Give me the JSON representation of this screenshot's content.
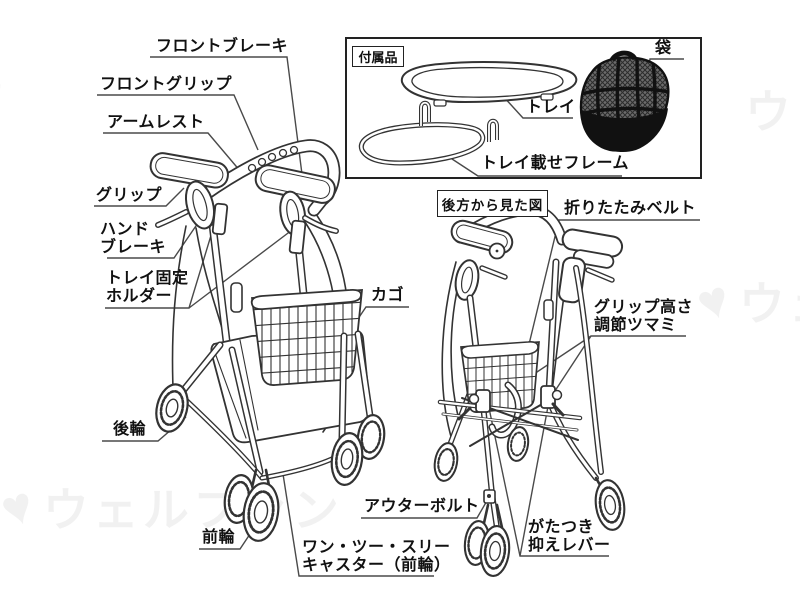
{
  "diagram": {
    "type": "rollator-walker-parts-diagram",
    "watermark": "ウェルファン",
    "labels": {
      "front_brake": "フロントブレーキ",
      "front_grip": "フロントグリップ",
      "armrest": "アームレスト",
      "grip": "グリップ",
      "hand_brake": "ハンド\nブレーキ",
      "tray_holder": "トレイ固定\nホルダー",
      "rear_wheel": "後輪",
      "front_wheel": "前輪",
      "basket": "カゴ",
      "folding_belt": "折りたたみベルト",
      "grip_height_knob": "グリップ高さ\n調節ツマミ",
      "outer_bolt": "アウターボルト",
      "one_two_three_caster": "ワン・ツー・スリー\nキャスター（前輪）",
      "rattle_lever": "がたつき\n抑えレバー"
    },
    "accessory_box": {
      "title": "付属品",
      "tray": "トレイ",
      "tray_frame": "トレイ載せフレーム",
      "bag": "袋"
    },
    "rear_view_caption": "後方から見た図",
    "colors": {
      "line": "#333333",
      "leader": "#4a4a4a",
      "text": "#111111",
      "background": "#ffffff",
      "bag": "#111111"
    }
  }
}
